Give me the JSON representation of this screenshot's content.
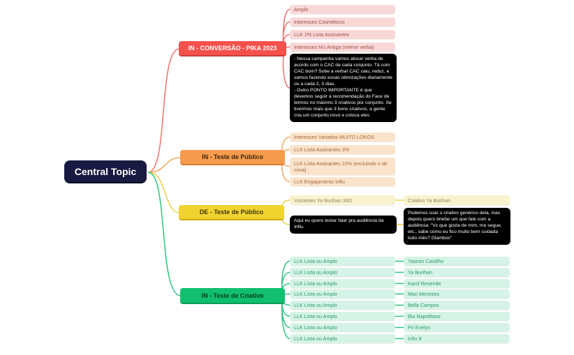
{
  "central": {
    "label": "Central Topic"
  },
  "palette": {
    "central_bg": "#191a41",
    "red": "#f4514c",
    "red_light": "#f9d9d8",
    "red_text": "#9c4b47",
    "red_line": "#f2706b",
    "orange": "#f59b4d",
    "orange_light": "#fbe4cb",
    "orange_text": "#a2653a",
    "orange_line": "#f5a55e",
    "yellow": "#f1d32f",
    "yellow_light": "#faf2cd",
    "yellow_text": "#8f855a",
    "yellow_line": "#edd244",
    "green": "#10c06e",
    "green_light": "#d5f3e6",
    "green_text": "#2a9a6b",
    "green_line": "#2cc47f",
    "note_bg": "#000000",
    "note_text": "#ffffff"
  },
  "branches": [
    {
      "label": "IN - CONVERSÃO - PIKA 2023",
      "children": [
        {
          "label": "Amplo"
        },
        {
          "label": "Interesses Cosméticos"
        },
        {
          "label": "LLK 1% Lista Assinantes"
        },
        {
          "label": "Interesses NU Antiga (menor verba)"
        },
        {
          "type": "note",
          "label": "- Nessa campanha vamos alocar verba de acordo com o CAC de cada conjunto. Tá com CAC bom? Sobe a verba! CAC caiu, reduz, e vamos fazendo essas otimizações diariamente ou a cada 2, 3 dias.\n- Outro PONTO IMPORTANTE é que devemos seguir a recomendação do Face de termos no máximo 3 criativos por conjunto. Se tivermos mais que 3 bons criativos, a gente cria um conjunto novo e coloca eles"
        }
      ]
    },
    {
      "label": "IN - Teste de Público",
      "children": [
        {
          "label": "Interesses Variados MUITO LOKOS"
        },
        {
          "label": "LLK Lista Assinantes 3%"
        },
        {
          "label": "LLK Lista Assinantes 10% (excluindo o de cima)"
        },
        {
          "label": "LLK Engajamento Influ"
        }
      ]
    },
    {
      "label": "DE - Teste de Público",
      "children": [
        {
          "label": "Visitantes Ya Burihan 30D"
        },
        {
          "type": "note",
          "label": "Aqui eu quero testar falar pra audiência da Influ."
        }
      ],
      "grandchildren": [
        {
          "label": "Criativo Ya Burihan"
        },
        {
          "type": "note",
          "label": "Podemos usar o criativo genérico dela, mas depois quero briefar um que fale com a audiência: \"Vc que gosta de mim, me segue, etc., sabe como eu fico muito bem cuidada todo mês? Glambox\""
        }
      ]
    },
    {
      "label": "IN - Teste de Criativo",
      "children": [
        {
          "label": "LLK Lista ou Amplo",
          "linked": "Yasmin Castilho"
        },
        {
          "label": "LLK Lista ou Amplo",
          "linked": "Ya Burihan"
        },
        {
          "label": "LLK Lista ou Amplo",
          "linked": "Karol Resende"
        },
        {
          "label": "LLK Lista ou Amplo",
          "linked": "Mari Menezes"
        },
        {
          "label": "LLK Lista ou Amplo",
          "linked": "Bella Campox"
        },
        {
          "label": "LLK Lista ou Amplo",
          "linked": "Bia Napolitano"
        },
        {
          "label": "LLK Lista ou Amplo",
          "linked": "Pri Evelyn"
        },
        {
          "label": "LLK Lista ou Amplo",
          "linked": "Influ 8"
        }
      ]
    }
  ]
}
